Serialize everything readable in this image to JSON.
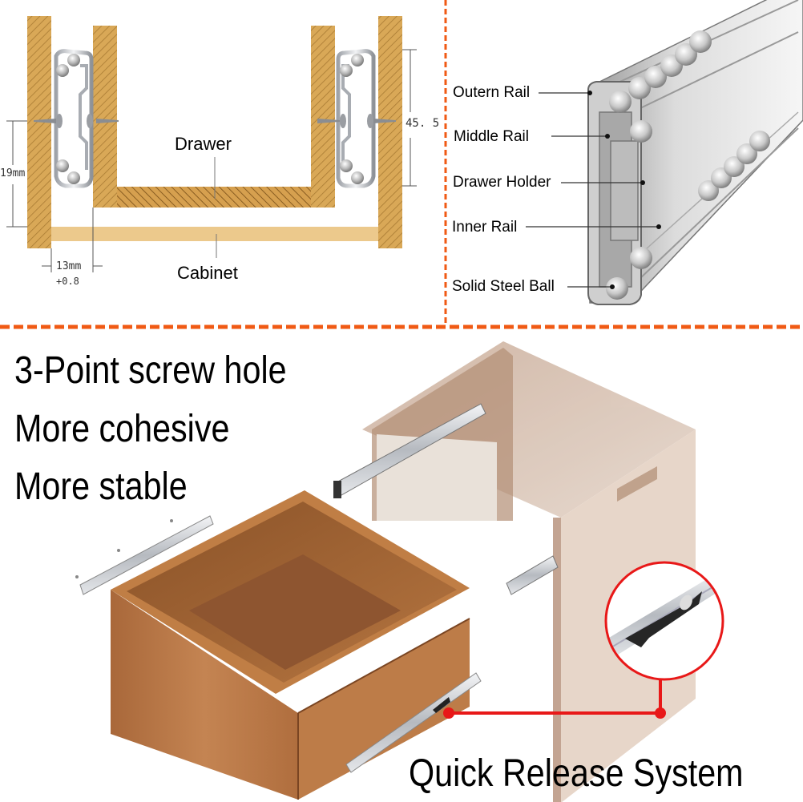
{
  "colors": {
    "wood_cross_section": "#d9a857",
    "wood_hatch": "#a87a33",
    "cabinet_shelf": "#ecc98c",
    "divider_orange": "#f05a14",
    "callout_red": "#e81818",
    "drawer_wood": "#b8743c",
    "cabinet_wood": "#d8bfae",
    "rail_steel": "#c8cbd0"
  },
  "cross_section_diagram": {
    "drawer_label": "Drawer",
    "cabinet_label": "Cabinet",
    "height_dim": "19mm",
    "gap_dim": "13mm",
    "gap_tolerance": "+0.8",
    "rail_height_dim": "45. 5"
  },
  "rail_anatomy": {
    "labels": [
      {
        "text": "Outern Rail"
      },
      {
        "text": "Middle Rail"
      },
      {
        "text": "Drawer Holder"
      },
      {
        "text": "Inner Rail"
      },
      {
        "text": "Solid Steel Ball"
      }
    ]
  },
  "features": {
    "line1": "3-Point screw hole",
    "line2": "More cohesive",
    "line3": "More stable"
  },
  "callout": {
    "title": "Quick Release System"
  }
}
